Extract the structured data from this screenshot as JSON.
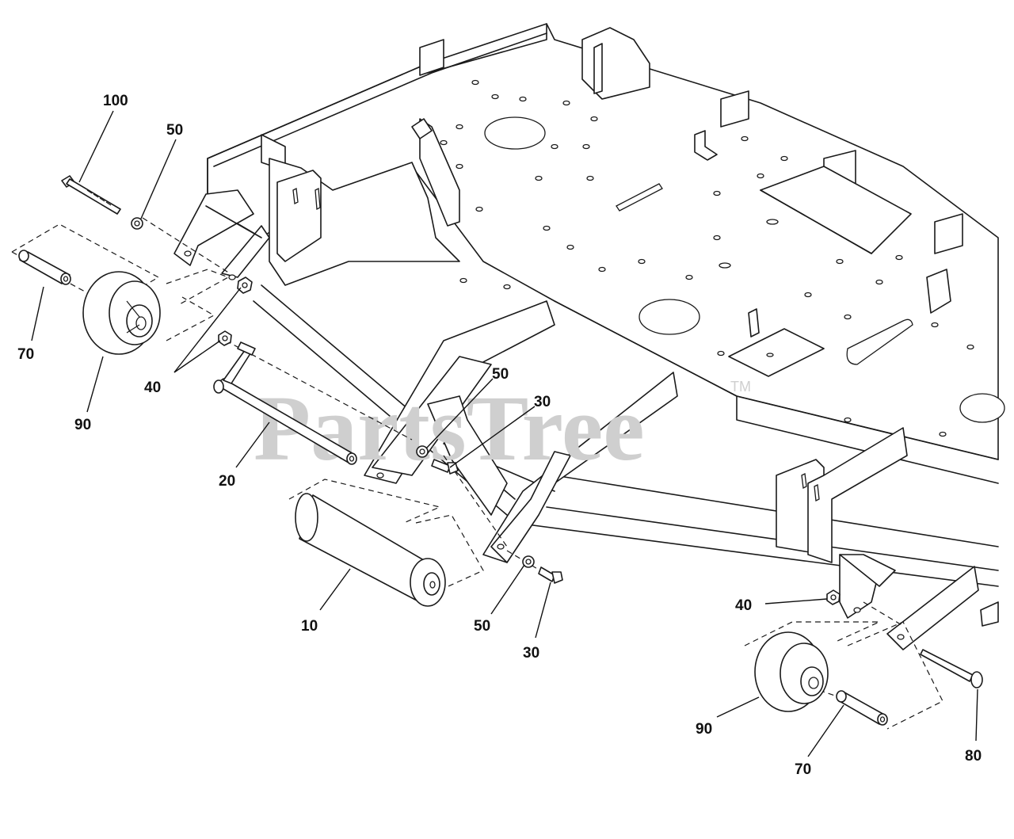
{
  "watermark": {
    "text": "PartsTree",
    "trademark": "TM"
  },
  "callouts": {
    "c100": "100",
    "c50a": "50",
    "c70a": "70",
    "c90a": "90",
    "c40a": "40",
    "c20": "20",
    "c50b": "50",
    "c30a": "30",
    "c10": "10",
    "c50c": "50",
    "c30b": "30",
    "c40b": "40",
    "c90b": "90",
    "c70b": "70",
    "c80": "80"
  }
}
